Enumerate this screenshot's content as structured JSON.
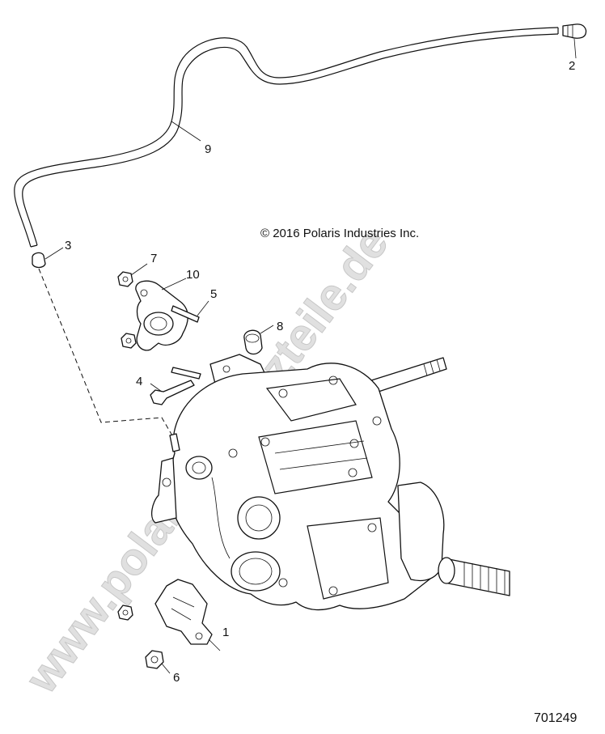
{
  "diagram": {
    "copyright": "© 2016 Polaris Industries Inc.",
    "figure_number": "701249",
    "watermark": "www.polaris-ersatzteile.de",
    "callouts": [
      "1",
      "2",
      "3",
      "4",
      "5",
      "6",
      "7",
      "8",
      "9",
      "10"
    ]
  }
}
